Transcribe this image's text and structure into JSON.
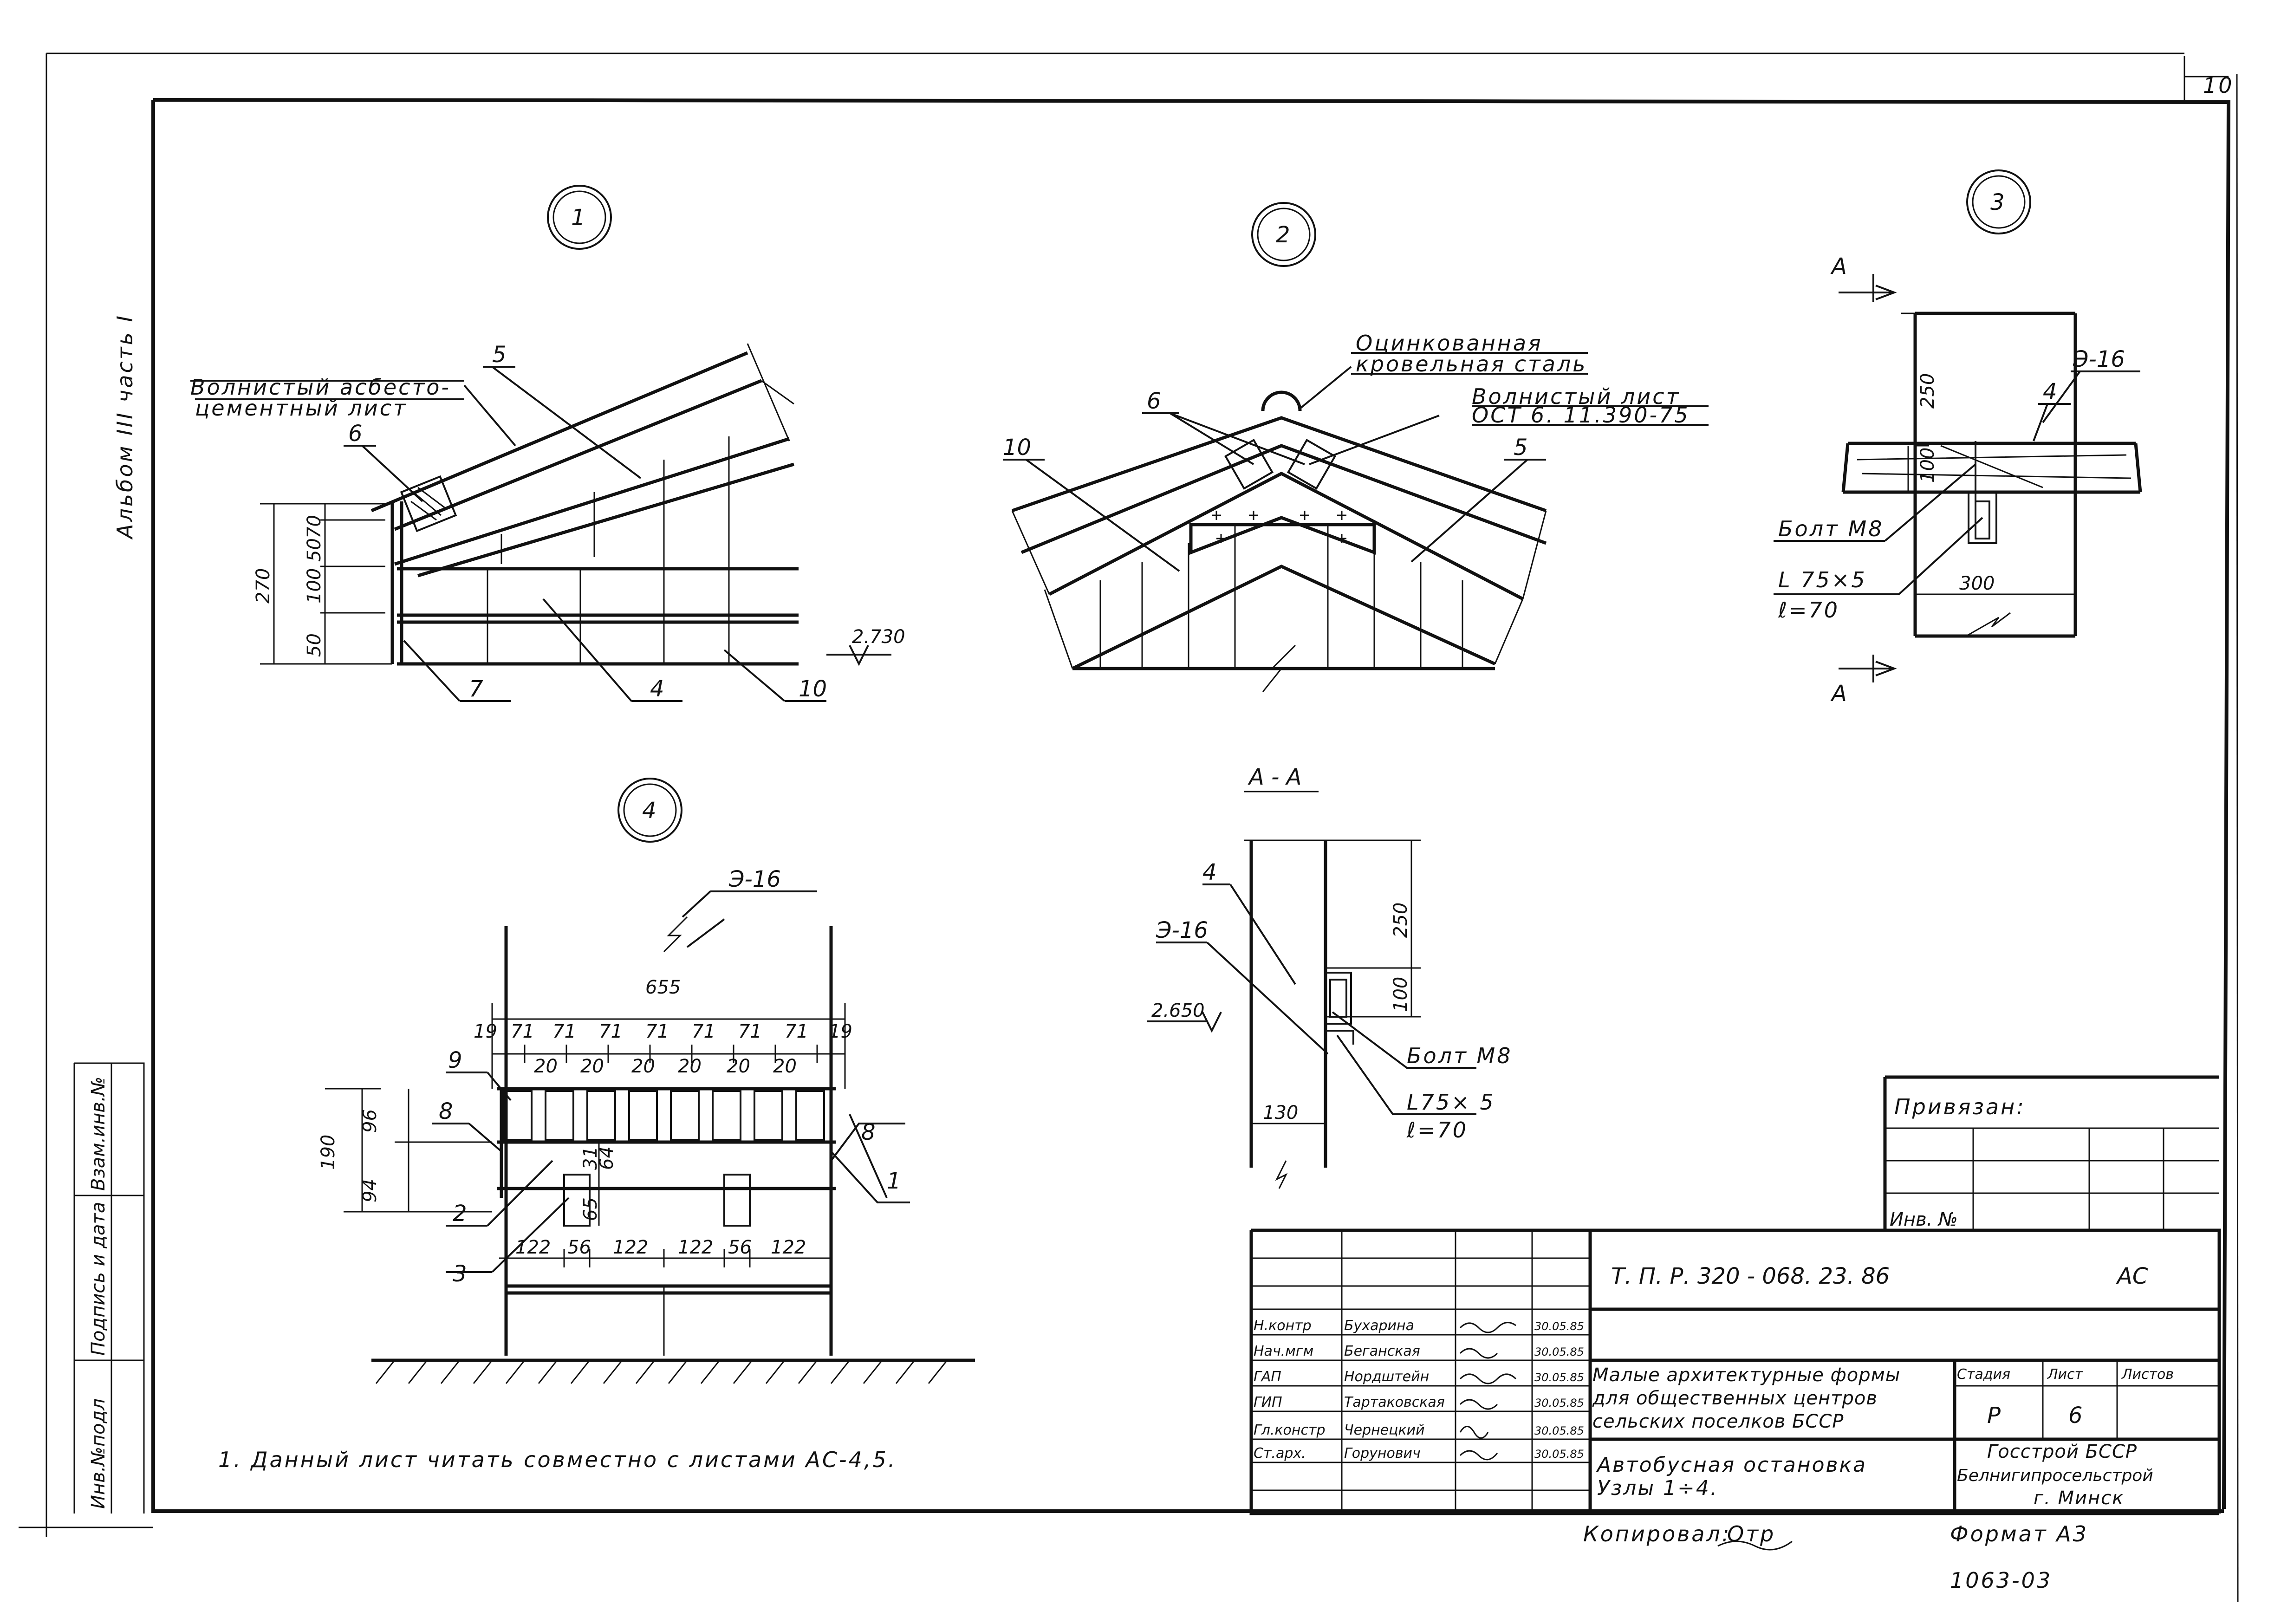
{
  "sheet": {
    "corner_number": "10",
    "album_label": "Альбом III часть I"
  },
  "side_stamp": {
    "cols": [
      "Инв.№подл",
      "Подпись и дата",
      "Взам.инв.№"
    ]
  },
  "node1": {
    "number": "1",
    "label_sheet_1": "Волнистый асбесто-",
    "label_sheet_2": "цементный лист",
    "markers": [
      "5",
      "6",
      "7",
      "4",
      "10"
    ],
    "dims": [
      "270",
      "70",
      "50",
      "100",
      "50"
    ],
    "elevation": "2.730"
  },
  "node2": {
    "number": "2",
    "label_steel_1": "Оцинкованная",
    "label_steel_2": "кровельная сталь",
    "label_wave_1": "Волнистый лист",
    "label_wave_2": "ОСТ 6. 11.390-75",
    "markers": [
      "6",
      "10",
      "5"
    ]
  },
  "node3": {
    "number": "3",
    "section_mark": "А",
    "electrode": "Э-16",
    "marker": "4",
    "dims": [
      "250",
      "100",
      "300"
    ],
    "bolt": "Болт М8",
    "angle_1": "L 75×5",
    "angle_2": "ℓ=70"
  },
  "node4": {
    "number": "4",
    "electrode": "Э-16",
    "overall": "655",
    "dims_top": [
      "19",
      "71",
      "71",
      "71",
      "71",
      "71",
      "71",
      "71",
      "19"
    ],
    "dims_gap": [
      "20",
      "20",
      "20",
      "20",
      "20",
      "20"
    ],
    "dims_left": [
      "190",
      "94",
      "96"
    ],
    "dims_mid": [
      "31",
      "64",
      "65"
    ],
    "dims_bottom": [
      "122",
      "56",
      "122",
      "122",
      "56",
      "122"
    ],
    "markers": [
      "9",
      "8",
      "2",
      "3",
      "8",
      "1"
    ]
  },
  "sectionAA": {
    "title": "А - А",
    "marker": "4",
    "electrode": "Э-16",
    "elevation": "2.650",
    "dims": [
      "250",
      "100",
      "130"
    ],
    "bolt": "Болт М8",
    "angle_1": "L75× 5",
    "angle_2": "ℓ=70"
  },
  "note": "1. Данный лист читать совместно с листами АС-4,5.",
  "binding": {
    "title": "Привязан:",
    "inv": "Инв. №"
  },
  "title_block": {
    "code": "Т. П. Р. 320 - 068. 23. 86",
    "mark": "АС",
    "roles": [
      "Н.контр",
      "Нач.мгм",
      "ГАП",
      "ГИП",
      "Гл.констр",
      "Ст.арх."
    ],
    "names": [
      "Бухарина",
      "Беганская",
      "Нордштейн",
      "Тартаковская",
      "Чернецкий",
      "Горунович"
    ],
    "dates": [
      "30.05.85",
      "30.05.85",
      "30.05.85",
      "30.05.85",
      "30.05.85",
      "30.05.85"
    ],
    "project_1": "Малые архитектурные формы",
    "project_2": "для общественных центров",
    "project_3": "сельских поселков БССР",
    "stage_h": "Стадия",
    "sheet_h": "Лист",
    "sheets_h": "Листов",
    "stage": "Р",
    "sheet_no": "6",
    "subject_1": "Автобусная остановка",
    "subject_2": "Узлы 1÷4.",
    "org_1": "Госстрой БССР",
    "org_2": "Белнигипросельстрой",
    "org_3": "г. Минск"
  },
  "footer": {
    "copied": "Копировал:",
    "copied_sig": "Отр",
    "format": "Формат А3",
    "number": "1063-03"
  }
}
